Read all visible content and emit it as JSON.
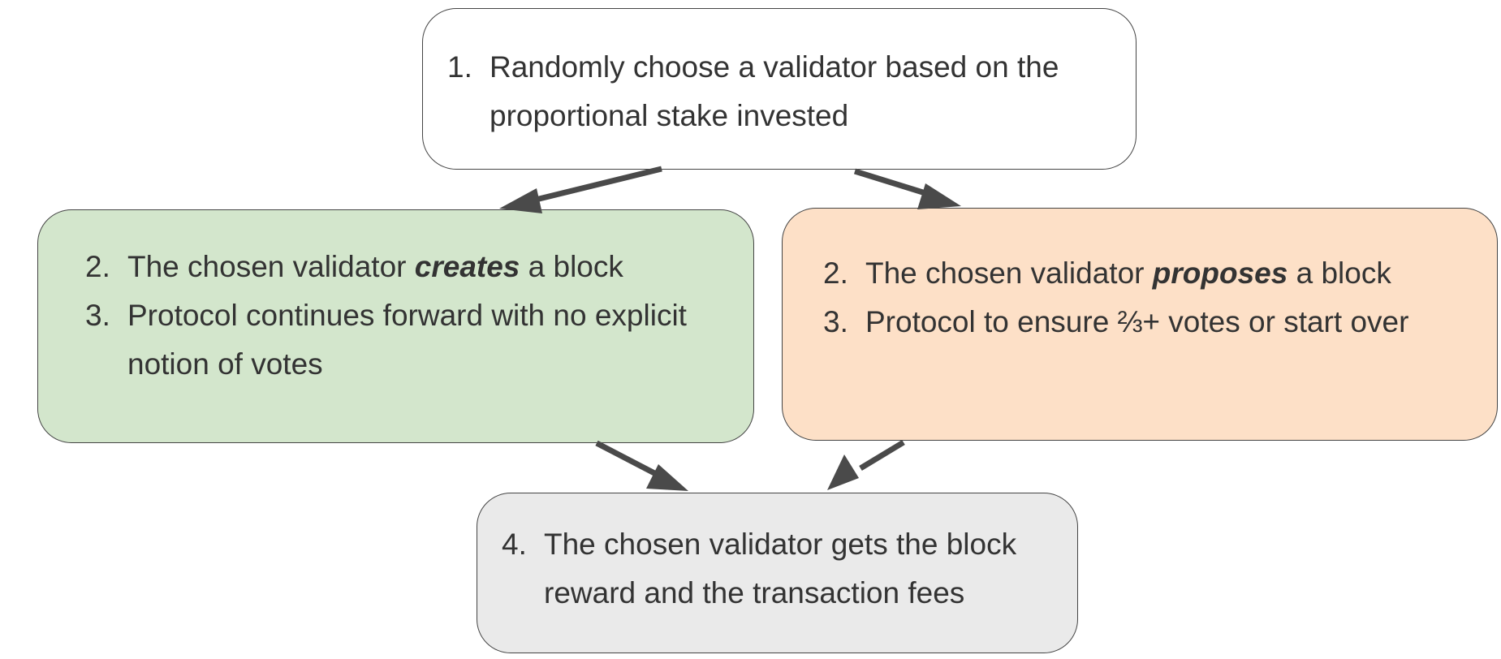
{
  "nodes": {
    "select_validator": {
      "number": "1.",
      "text": "Randomly choose a validator based on the proportional stake invested",
      "background": "#ffffff"
    },
    "create_path": {
      "background": "#d3e6cc",
      "items": [
        {
          "number": "2.",
          "before": "The chosen validator ",
          "emphasis": "creates",
          "after": " a block"
        },
        {
          "number": "3.",
          "text": "Protocol continues forward with no explicit notion of votes"
        }
      ]
    },
    "propose_path": {
      "background": "#fde0c7",
      "items": [
        {
          "number": "2.",
          "before": "The chosen validator ",
          "emphasis": "proposes",
          "after": " a block"
        },
        {
          "number": "3.",
          "text": "Protocol to ensure ⅔+ votes or start over"
        }
      ]
    },
    "reward": {
      "number": "4.",
      "text": "The chosen validator gets the block reward and the transaction fees",
      "background": "#eaeaea"
    }
  },
  "edges": [
    {
      "from": "select_validator",
      "to": "create_path"
    },
    {
      "from": "select_validator",
      "to": "propose_path"
    },
    {
      "from": "create_path",
      "to": "reward"
    },
    {
      "from": "propose_path",
      "to": "reward"
    }
  ],
  "colors": {
    "border": "#444444",
    "arrow": "#4a4a4a",
    "text": "#333333"
  }
}
